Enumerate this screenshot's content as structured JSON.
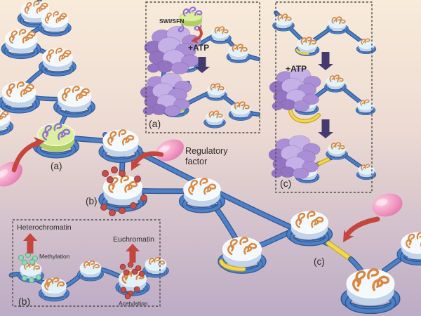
{
  "labels": {
    "main": {
      "a": "(a)",
      "b": "(b)",
      "c": "(c)",
      "regulatory_factor_line1": "Regulatory",
      "regulatory_factor_line2": "factor"
    },
    "inset_a": {
      "panel": "(a)",
      "complex": "SWI/SFN",
      "atp": "+ATP"
    },
    "inset_b": {
      "panel": "(b)",
      "heterochromatin": "Heterochromatin",
      "methylation": "Methylation",
      "euchromatin": "Euchromatin",
      "acetylation": "Acetylation"
    },
    "inset_c": {
      "panel": "(c)",
      "atp": "+ATP"
    }
  },
  "colors": {
    "bgTop": "#f8ebda",
    "bgMid": "#eddbd3",
    "bgBottom": "#bcabc5",
    "dna": "#4f80c6",
    "dnaDark": "#2f5894",
    "tail": "#d9873f",
    "nucTop": "#f3f9ff",
    "nucSide": "#c3d4e8",
    "insetNucTop": "#e2f2fb",
    "purple1": "#c6b1e7",
    "purple2": "#ab8fd6",
    "purple3": "#9374c2",
    "greenTop": "#dcef9e",
    "greenSide": "#b2cf66",
    "purpleTail": "#8f6fd0",
    "pinkHi": "#fbd0e3",
    "pink": "#ef95bf",
    "pinkDk": "#d86ba6",
    "redArrow": "#c3473f",
    "darkArrow": "#453a6e",
    "yellow": "#f0d850",
    "yellowDk": "#c8a62e",
    "methyl": "#8fd8b8",
    "methylDk": "#57ab85",
    "acetyl": "#c0504d",
    "acetylDk": "#93332f",
    "text": "#2b2b2b"
  }
}
